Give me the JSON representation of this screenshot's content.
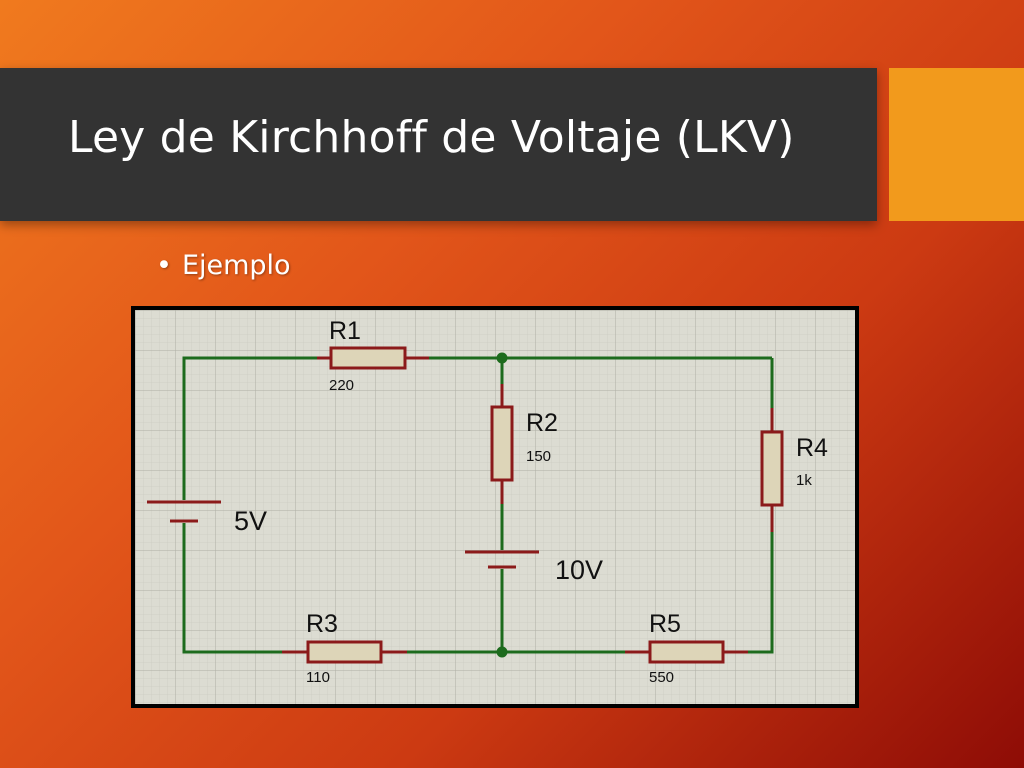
{
  "slide": {
    "title": "Ley de Kirchhoff de Voltaje (LKV)",
    "bullet": "Ejemplo"
  },
  "circuit": {
    "resistors": [
      {
        "name": "R1",
        "value": "220"
      },
      {
        "name": "R2",
        "value": "150"
      },
      {
        "name": "R3",
        "value": "110"
      },
      {
        "name": "R4",
        "value": "1k"
      },
      {
        "name": "R5",
        "value": "550"
      }
    ],
    "sources": [
      {
        "value": "5V"
      },
      {
        "value": "10V"
      }
    ]
  },
  "colors": {
    "wire": "#1d6b1d",
    "component": "#8b1a1a",
    "resistor_fill": "#ddd5b8",
    "grid_bg": "#dcdcd2",
    "title_bar": "#333333",
    "accent": "#f29a1c"
  }
}
